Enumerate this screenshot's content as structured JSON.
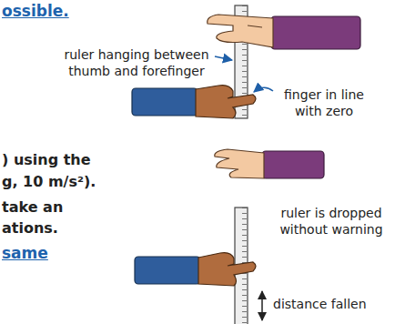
{
  "diagram": {
    "labels": [
      "ossible.",
      "ruler hanging between thumb and forefinger",
      "finger in line with zero",
      ") using the",
      "g, 10 m/s²).",
      "take an",
      "ations.",
      "same",
      "ruler is dropped without warning",
      "distance fallen"
    ]
  }
}
